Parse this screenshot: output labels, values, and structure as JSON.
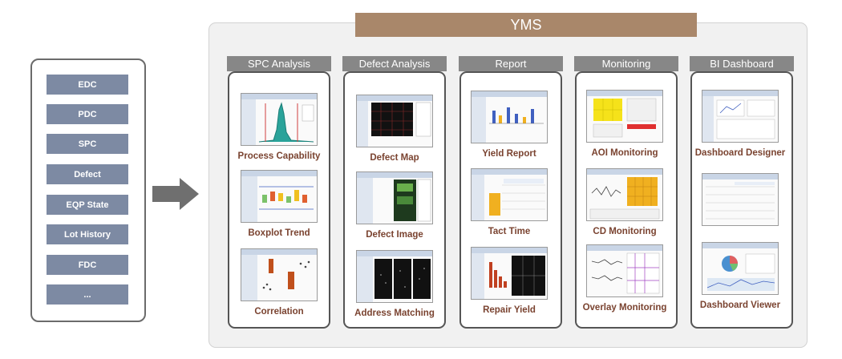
{
  "data_sources": [
    "EDC",
    "PDC",
    "SPC",
    "Defect",
    "EQP State",
    "Lot History",
    "FDC",
    "..."
  ],
  "yms": {
    "title": "YMS",
    "categories": [
      {
        "name": "SPC Analysis",
        "modules": [
          {
            "label": "Process Capability",
            "icon": "histogram-icon"
          },
          {
            "label": "Boxplot Trend",
            "icon": "boxplot-icon"
          },
          {
            "label": "Correlation",
            "icon": "correlation-icon"
          }
        ]
      },
      {
        "name": "Defect Analysis",
        "modules": [
          {
            "label": "Defect Map",
            "icon": "defect-map-icon"
          },
          {
            "label": "Defect Image",
            "icon": "defect-image-icon"
          },
          {
            "label": "Address Matching",
            "icon": "address-matching-icon"
          }
        ]
      },
      {
        "name": "Report",
        "modules": [
          {
            "label": "Yield Report",
            "icon": "bar-report-icon"
          },
          {
            "label": "Tact Time",
            "icon": "table-report-icon"
          },
          {
            "label": "Repair Yield",
            "icon": "repair-chart-icon"
          }
        ]
      },
      {
        "name": "Monitoring",
        "modules": [
          {
            "label": "AOI Monitoring",
            "icon": "grid-monitor-icon"
          },
          {
            "label": "CD Monitoring",
            "icon": "cd-monitor-icon"
          },
          {
            "label": "Overlay Monitoring",
            "icon": "overlay-monitor-icon"
          }
        ]
      },
      {
        "name": "BI Dashboard",
        "modules": [
          {
            "label": "Dashboard Designer",
            "icon": "dashboard-designer-icon"
          },
          {
            "label": "",
            "icon": "dashboard-table-icon"
          },
          {
            "label": "Dashboard Viewer",
            "icon": "dashboard-viewer-icon"
          }
        ]
      }
    ]
  },
  "colors": {
    "data_box": "#7d8aa3",
    "yms_banner": "#a9876a",
    "header": "#878787",
    "label": "#7a4330"
  }
}
